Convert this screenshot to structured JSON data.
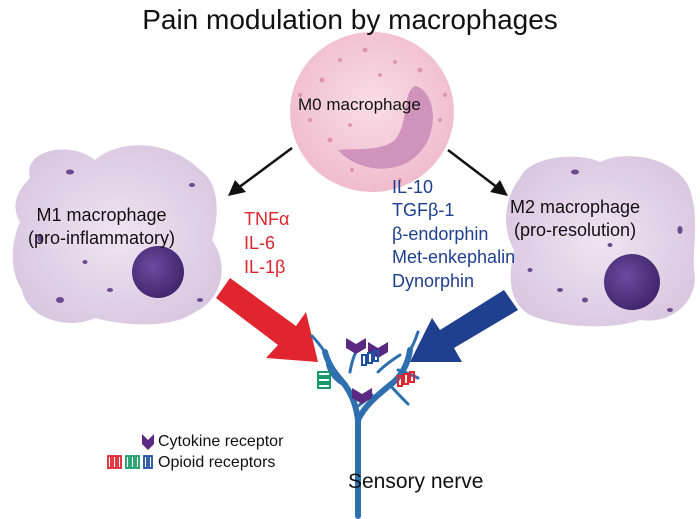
{
  "title": "Pain modulation by macrophages",
  "m0": {
    "label": "M0 macrophage"
  },
  "m1": {
    "label_line1": "M1 macrophage",
    "label_line2": "(pro-inflammatory)"
  },
  "m2": {
    "label_line1": "M2 macrophage",
    "label_line2": "(pro-resolution)"
  },
  "m1_mediators": [
    "TNFα",
    "IL-6",
    "IL-1β"
  ],
  "m2_mediators": [
    "IL-10",
    "TGFβ-1",
    "β-endorphin",
    "Met-enkephalin",
    "Dynorphin"
  ],
  "nerve_label": "Sensory nerve",
  "legend": {
    "cytokine_receptor": "Cytokine receptor",
    "opioid_receptors": "Opioid receptors"
  },
  "colors": {
    "m1_red": "#e0252f",
    "m2_blue": "#1f3f8f",
    "cell_fill": "#e6d8ea",
    "m0_fill": "#f2c6d4",
    "nucleus": "#4a2a7a",
    "nerve": "#2f6fb0",
    "cytokine_receptor": "#5a2a82",
    "opioid_red": "#e0252f",
    "opioid_green": "#1a9a6a",
    "opioid_blue": "#1f4fa0"
  }
}
